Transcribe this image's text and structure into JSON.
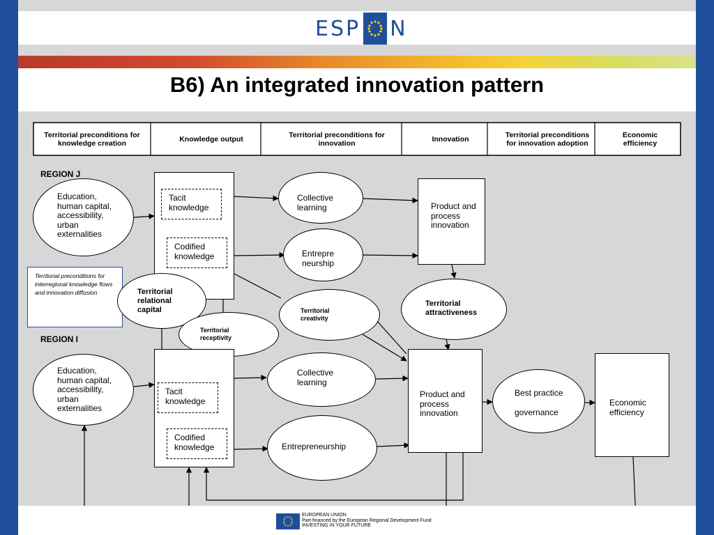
{
  "logo": {
    "left": "ESP",
    "right": "N"
  },
  "title": "B6) An integrated innovation pattern",
  "header": {
    "col1": "Territorial preconditions for knowledge creation",
    "col2": "Knowledge output",
    "col3": "Territorial preconditions for innovation",
    "col4": "Innovation",
    "col5": "Territorial preconditions for innovation adoption",
    "col6": "Economic efficiency"
  },
  "region_j": {
    "label": "REGION J",
    "education": "Education, human capital, accessibility, urban externalities",
    "tacit": "Tacit knowledge",
    "codified": "Codified knowledge",
    "collective": "Collective learning",
    "entrepreneurship": "Entrepre neurship",
    "product": "Product and process innovation",
    "attractiveness": "Territorial attractiveness"
  },
  "middle": {
    "note": "Territorial preconditions for interregional knowledge flows and innovation diffusion",
    "relational": "Territorial relational capital",
    "receptivity": "Territorial receptivity",
    "creativity": "Territorial creativity"
  },
  "region_i": {
    "label": "REGION I",
    "education": "Education, human capital, accessibility, urban externalities",
    "tacit": "Tacit knowledge",
    "codified": "Codified knowledge",
    "collective": "Collective learning",
    "entrepreneurship": "Entrepreneurship",
    "product": "Product and process innovation",
    "best_practice_1": "Best practice",
    "best_practice_2": "governance",
    "economic": "Economic efficiency"
  },
  "footer": {
    "line1": "EUROPEAN UNION",
    "line2": "Part-financed by the European Regional Development Fund",
    "line3": "INVESTING IN YOUR FUTURE"
  }
}
